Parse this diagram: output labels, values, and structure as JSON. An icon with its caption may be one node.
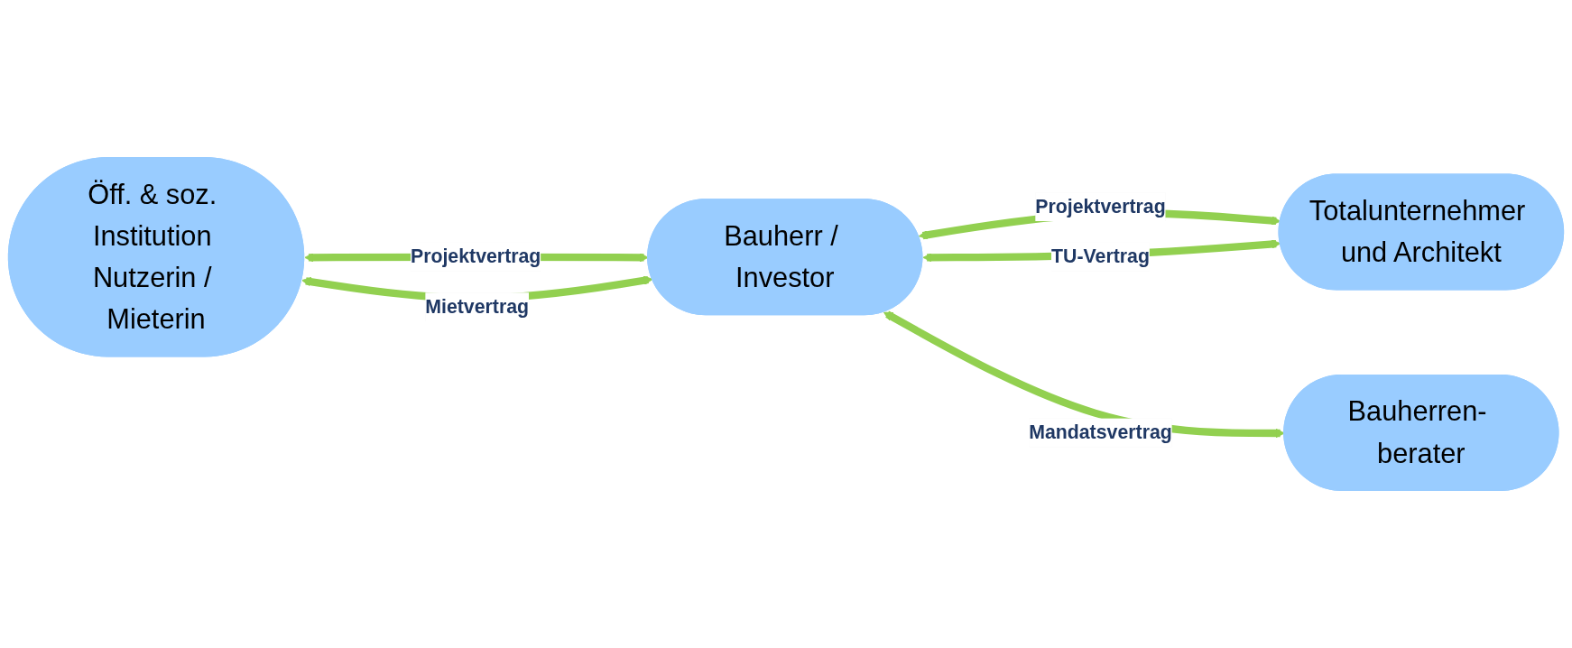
{
  "diagram": {
    "nodes": [
      {
        "text": [
          "Öff. & soz. Institution Nutzerin / Mieterin"
        ]
      },
      {
        "text": [
          "Bauherr / Investor"
        ]
      },
      {
        "text": [
          "Totalunternehmer und Architekt"
        ]
      },
      {
        "text": [
          "Bauherren- berater"
        ]
      }
    ],
    "edges": [
      {
        "from": 0,
        "to": 1,
        "arrow": "both",
        "label": "Projektvertrag"
      },
      {
        "from": 0,
        "to": 1,
        "arrow": "both",
        "label": "Mietvertrag"
      },
      {
        "from": 1,
        "to": 2,
        "arrow": "both",
        "label": "Projektvertrag"
      },
      {
        "from": 1,
        "to": 2,
        "arrow": "both",
        "label": "TU-Vertrag"
      },
      {
        "from": 1,
        "to": 3,
        "arrow": "both",
        "label": "Mandatsvertrag"
      }
    ]
  }
}
